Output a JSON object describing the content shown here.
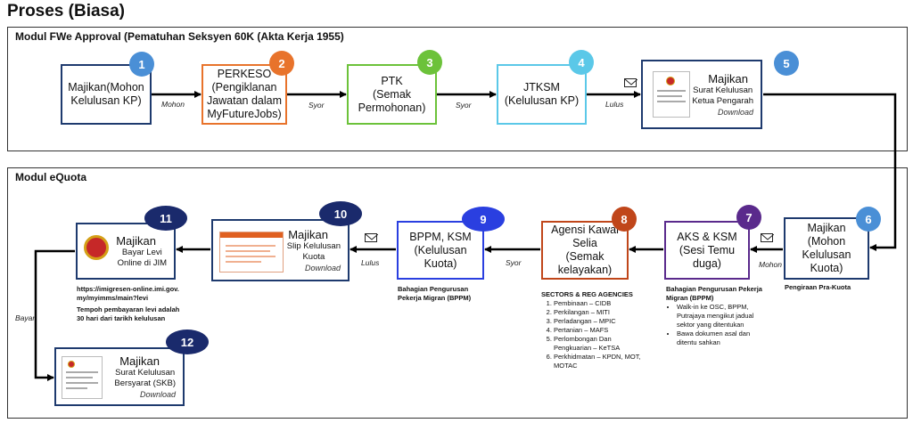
{
  "page_title": "Proses (Biasa)",
  "modules": {
    "fwe": {
      "title": "Modul FWe Approval (Pematuhan Seksyen 60K (Akta Kerja 1955)"
    },
    "equota": {
      "title": "Modul eQuota"
    }
  },
  "colors": {
    "blue_circle": "#4a8fd6",
    "orange": "#e8732b",
    "green": "#6cc23a",
    "cyan": "#5bc8e8",
    "navy": "#1e3a6e",
    "dark_blue": "#1a2a6c",
    "bright_blue": "#2a3fe0",
    "rust": "#c0461a",
    "purple": "#5a2a8c"
  },
  "steps": [
    {
      "num": "1",
      "text": "Majikan(Mohon\nKelulusan KP)"
    },
    {
      "num": "2",
      "text": "PERKESO\n(Pengiklanan\nJawatan dalam\nMyFutureJobs)"
    },
    {
      "num": "3",
      "text": "PTK\n(Semak\nPermohonan)"
    },
    {
      "num": "4",
      "text": "JTKSM\n(Kelulusan KP)"
    },
    {
      "num": "5",
      "title": "Majikan",
      "text": "Surat Kelulusan\nKetua Pengarah",
      "sub": "Download"
    },
    {
      "num": "6",
      "text": "Majikan\n(Mohon\nKelulusan\nKuota)"
    },
    {
      "num": "7",
      "text": "AKS & KSM\n(Sesi Temu\nduga)"
    },
    {
      "num": "8",
      "text": "Agensi Kawal\nSelia\n(Semak\nkelayakan)"
    },
    {
      "num": "9",
      "text": "BPPM, KSM\n(Kelulusan\nKuota)"
    },
    {
      "num": "10",
      "title": "Majikan",
      "text": "Slip Kelulusan\nKuota",
      "sub": "Download"
    },
    {
      "num": "11",
      "title": "Majikan",
      "text": "Bayar Levi\nOnline di JIM"
    },
    {
      "num": "12",
      "title": "Majikan",
      "text": "Surat Kelulusan\nBersyarat (SKB)",
      "sub": "Download"
    }
  ],
  "edges": {
    "e1": "Mohon",
    "e2": "Syor",
    "e3": "Syor",
    "e4": "Lulus",
    "e6": "Mohon",
    "e7": "Syor",
    "e9": "Lulus",
    "e11": "Bayar"
  },
  "notes": {
    "n6": "Pengiraan Pra-Kuota",
    "n7_title": "Bahagian Pengurusan Pekerja Migran (BPPM)",
    "n7_items": [
      "Walk-in ke OSC, BPPM, Putrajaya mengikut jadual sektor yang ditentukan",
      "Bawa dokumen asal dan ditentu sahkan"
    ],
    "n8_title": "SECTORS & REG AGENCIES",
    "n8_items": [
      "Pembinaan – CIDB",
      "Perkilangan – MITI",
      "Perladangan – MPIC",
      "Pertanian – MAFS",
      "Perlombongan Dan Pengkuarian – KeTSA",
      "Perkhidmatan – KPDN, MOT, MOTAC"
    ],
    "n9": "Bahagian Pengurusan Pekerja Migran (BPPM)",
    "n11_url": "https://imigresen-online.imi.gov.my/myimms/main?levi",
    "n11_text": "Tempoh pembayaran levi adalah 30 hari dari tarikh kelulusan"
  }
}
